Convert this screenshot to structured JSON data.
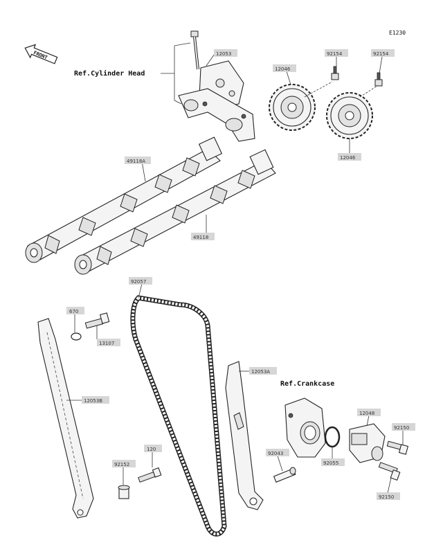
{
  "diagram_code": "E1230",
  "front_label": "FRONT",
  "refs": {
    "cylinder_head": "Ref.Cylinder Head",
    "crankcase": "Ref.Crankcase"
  },
  "part_labels": [
    {
      "id": "12053",
      "text": "12053"
    },
    {
      "id": "92154_a",
      "text": "92154"
    },
    {
      "id": "92154_b",
      "text": "92154"
    },
    {
      "id": "12046_a",
      "text": "12046"
    },
    {
      "id": "12046_b",
      "text": "12046"
    },
    {
      "id": "49118A",
      "text": "49118A"
    },
    {
      "id": "49118",
      "text": "49118"
    },
    {
      "id": "92057",
      "text": "92057"
    },
    {
      "id": "670",
      "text": "670"
    },
    {
      "id": "13107",
      "text": "13107"
    },
    {
      "id": "12053B",
      "text": "12053B"
    },
    {
      "id": "12053A",
      "text": "12053A"
    },
    {
      "id": "12048",
      "text": "12048"
    },
    {
      "id": "92150_a",
      "text": "92150"
    },
    {
      "id": "92150_b",
      "text": "92150"
    },
    {
      "id": "92043",
      "text": "92043"
    },
    {
      "id": "92055",
      "text": "92055"
    },
    {
      "id": "92152",
      "text": "92152"
    },
    {
      "id": "120",
      "text": "120"
    }
  ]
}
